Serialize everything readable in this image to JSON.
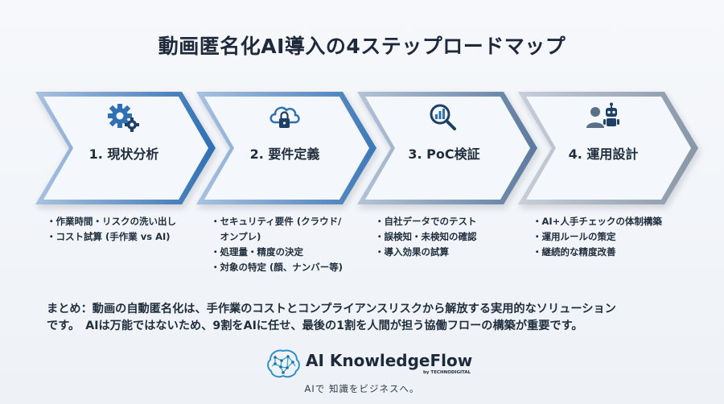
{
  "title": "動画匿名化AI導入の4ステップロードマップ",
  "steps": [
    {
      "label": "1. 現状分析",
      "icon": "gear-icon",
      "bullets": [
        "・作業時間・リスクの洗い出し",
        "・コスト試算 (手作業 vs AI)"
      ]
    },
    {
      "label": "2. 要件定義",
      "icon": "cloud-lock-icon",
      "bullets": [
        "・セキュリティ要件 (クラウド/",
        "　オンプレ)",
        "・処理量・精度の決定",
        "・対象の特定 (顔、ナンバー等)"
      ]
    },
    {
      "label": "3. PoC検証",
      "icon": "magnifier-chart-icon",
      "bullets": [
        "・自社データでのテスト",
        "・誤検知・未検知の確認",
        "・導入効果の試算"
      ]
    },
    {
      "label": "4. 運用設計",
      "icon": "person-robot-icon",
      "bullets": [
        "・AI+人手チェックの体制構築",
        "・運用ルールの策定",
        "・継続的な精度改善"
      ]
    }
  ],
  "summary": {
    "line1": "まとめ：動画の自動匿名化は、手作業のコストとコンプライアンスリスクから解放する実用的なソリューション",
    "line2": "です。　AIは万能ではないため、9割をAIに任せ、最後の1割を人間が担う協働フローの構築が重要です。"
  },
  "logo": {
    "name": "AI KnowledgeFlow",
    "sub": "by TECHNODIGITAL"
  },
  "tagline": "AIで 知識をビジネスへ。",
  "colors": {
    "accent": "#2f6fb3",
    "chevron_fill": "#f4f7fb",
    "text": "#1f2d3d"
  }
}
